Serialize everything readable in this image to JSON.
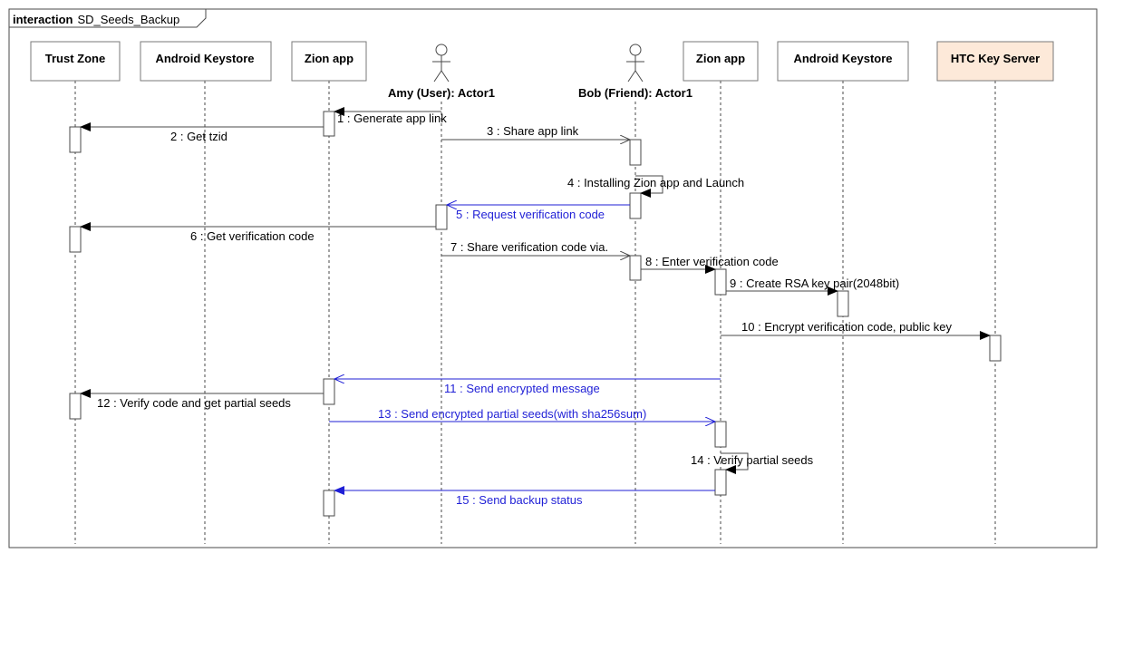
{
  "frame": {
    "keyword": "interaction",
    "name": "SD_Seeds_Backup"
  },
  "colors": {
    "line": "#4a4a4a",
    "reply": "#1f1fd6",
    "box_fill": "#ffffff",
    "highlight_fill": "#fde9d9"
  },
  "participants": [
    {
      "id": "tz",
      "label": "Trust Zone",
      "kind": "box"
    },
    {
      "id": "ak1",
      "label": "Android Keystore",
      "kind": "box"
    },
    {
      "id": "zion1",
      "label": "Zion app",
      "kind": "box"
    },
    {
      "id": "amy",
      "label": "Amy (User): Actor1",
      "kind": "actor"
    },
    {
      "id": "bob",
      "label": "Bob (Friend): Actor1",
      "kind": "actor"
    },
    {
      "id": "zion2",
      "label": "Zion app",
      "kind": "box"
    },
    {
      "id": "ak2",
      "label": "Android Keystore",
      "kind": "box"
    },
    {
      "id": "htc",
      "label": "HTC Key Server",
      "kind": "box",
      "highlight": true
    }
  ],
  "messages": [
    {
      "label": "1 : Generate app link",
      "from": "amy",
      "to": "zion1",
      "kind": "sync"
    },
    {
      "label": "2 : Get tzid",
      "from": "zion1",
      "to": "tz",
      "kind": "sync"
    },
    {
      "label": "3 : Share app link",
      "from": "amy",
      "to": "bob",
      "kind": "async"
    },
    {
      "label": "4 : Installing Zion app and Launch",
      "from": "bob",
      "to": "bob",
      "kind": "self"
    },
    {
      "label": "5 : Request verification code",
      "from": "bob",
      "to": "amy",
      "kind": "reply_async"
    },
    {
      "label": "6 : Get verification code",
      "from": "amy",
      "to": "tz",
      "kind": "sync"
    },
    {
      "label": "7 : Share verification code via.",
      "from": "amy",
      "to": "bob",
      "kind": "async"
    },
    {
      "label": "8 : Enter verification code",
      "from": "bob",
      "to": "zion2",
      "kind": "sync"
    },
    {
      "label": "9 : Create RSA key pair(2048bit)",
      "from": "zion2",
      "to": "ak2",
      "kind": "sync"
    },
    {
      "label": "10 : Encrypt verification code, public key",
      "from": "zion2",
      "to": "htc",
      "kind": "sync"
    },
    {
      "label": "11 : Send encrypted message",
      "from": "zion2",
      "to": "zion1",
      "kind": "reply_async"
    },
    {
      "label": "12 : Verify code and get partial seeds",
      "from": "zion1",
      "to": "tz",
      "kind": "sync"
    },
    {
      "label": "13 : Send encrypted partial seeds(with sha256sum)",
      "from": "zion1",
      "to": "zion2",
      "kind": "reply_async"
    },
    {
      "label": "14 : Verify partial seeds",
      "from": "zion2",
      "to": "zion2",
      "kind": "self"
    },
    {
      "label": "15 : Send backup status",
      "from": "zion2",
      "to": "zion1",
      "kind": "reply_sync"
    }
  ]
}
